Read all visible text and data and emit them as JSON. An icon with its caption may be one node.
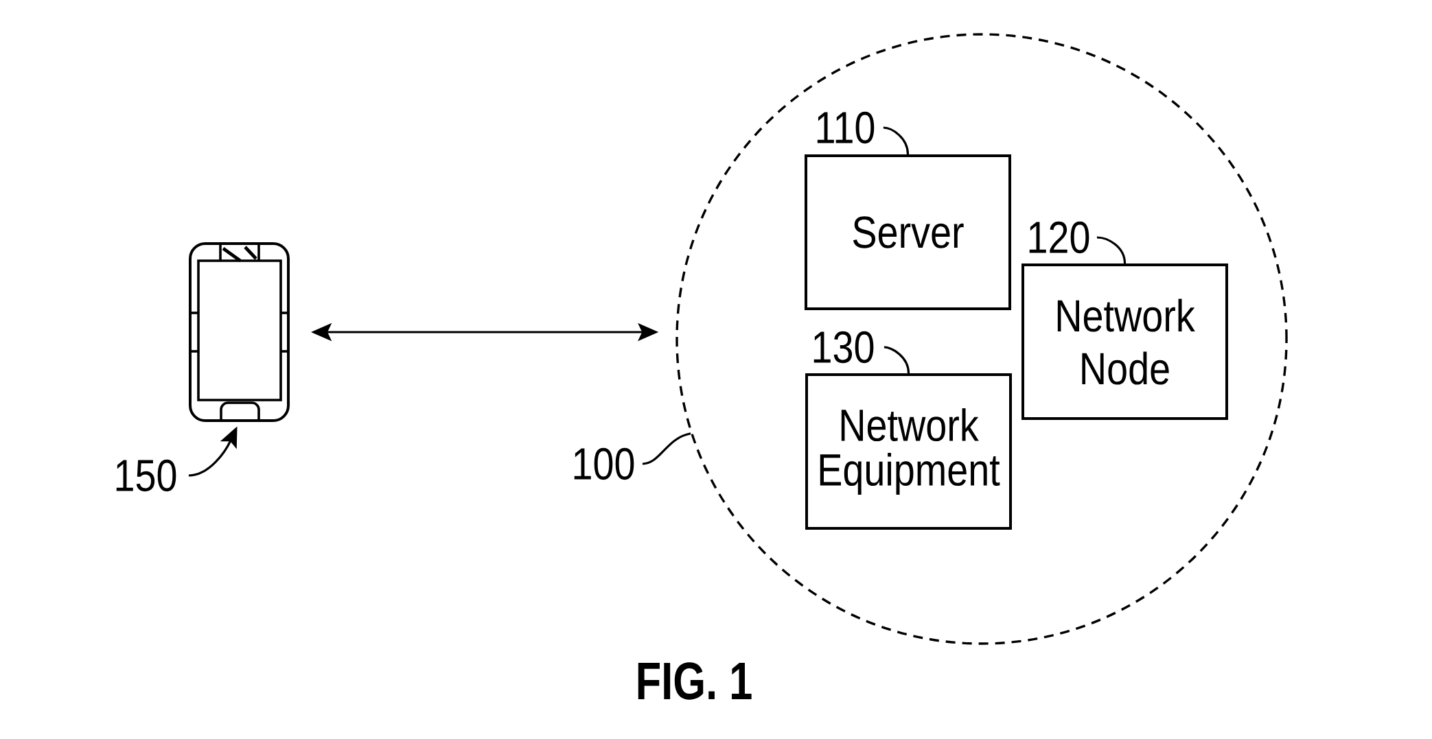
{
  "diagram": {
    "caption": "FIG. 1",
    "nodes": [
      {
        "text": [],
        "shape": "picture"
      },
      {
        "text": [
          "150"
        ]
      },
      {
        "text": [],
        "shape": "circle"
      },
      {
        "text": [
          "100"
        ]
      },
      {
        "text": [
          "110"
        ],
        "in": 2
      },
      {
        "text": [
          "Server"
        ],
        "in": 2
      },
      {
        "text": [
          "120"
        ],
        "in": 2
      },
      {
        "text": [
          "Network Node"
        ],
        "in": 2
      },
      {
        "text": [
          "130"
        ],
        "in": 2
      },
      {
        "text": [
          "Network Equipment"
        ],
        "in": 2
      }
    ],
    "edges": [
      {
        "from": 1,
        "to": 0,
        "arrow": "to"
      },
      {
        "from": 0,
        "to": 2,
        "arrow": "both"
      },
      {
        "from": 3,
        "to": 2,
        "arrow": "none"
      },
      {
        "from": 4,
        "to": 5,
        "arrow": "none"
      },
      {
        "from": 6,
        "to": 7,
        "arrow": "none"
      },
      {
        "from": 8,
        "to": 9,
        "arrow": "none"
      }
    ]
  }
}
